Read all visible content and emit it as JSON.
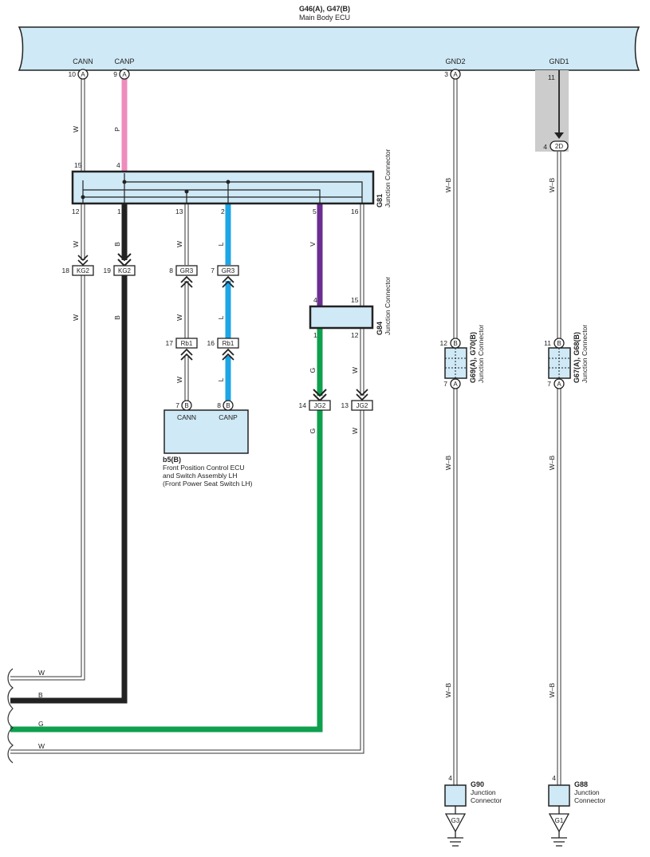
{
  "ecu": {
    "title": "G46(A), G47(B)",
    "subtitle": "Main Body ECU",
    "pins": [
      {
        "signal": "CANN",
        "pin": "10",
        "conn": "A"
      },
      {
        "signal": "CANP",
        "pin": "9",
        "conn": "A"
      },
      {
        "signal": "GND2",
        "pin": "3",
        "conn": "A"
      },
      {
        "signal": "GND1",
        "pin": "11",
        "conn": ""
      }
    ]
  },
  "colors": {
    "ecu_fill": "#cfe9f6",
    "pink": "#ee8cbc",
    "black": "#222222",
    "blue": "#1ea5e6",
    "violet": "#6b2d91",
    "green": "#0ea04e",
    "white_wire": "#ffffff",
    "gray_band": "#cccccc"
  },
  "wire_labels": {
    "W": "W",
    "P": "P",
    "B": "B",
    "L": "L",
    "V": "V",
    "G": "G",
    "WB": "W–B"
  },
  "g81": {
    "id": "G81",
    "name": "Junction Connector",
    "top_pins": [
      "15",
      "4"
    ],
    "bottom_pins": [
      "12",
      "1",
      "13",
      "2",
      "5",
      "16"
    ]
  },
  "g84": {
    "id": "G84",
    "name": "Junction Connector",
    "top_pins": [
      "4",
      "15"
    ],
    "bottom_pins": [
      "1",
      "12"
    ]
  },
  "inline_connectors": {
    "kg2": "KG2",
    "gr3": "GR3",
    "rb1": "Rb1",
    "jg2": "JG2",
    "twoD": "2D",
    "pins": {
      "kg2_w": "18",
      "kg2_b": "19",
      "gr3_w": "8",
      "gr3_l": "7",
      "rb1_w": "17",
      "rb1_l": "16",
      "jg2_g": "14",
      "jg2_w": "13",
      "gnd1_in": "4"
    }
  },
  "b5": {
    "id": "b5(B)",
    "line1": "Front Position Control ECU",
    "line2": "and Switch Assembly LH",
    "line3": "(Front Power Seat Switch LH)",
    "pin_cann": "CANN",
    "pin_canp": "CANP",
    "pin_cann_no": "7",
    "pin_canp_no": "8",
    "conn": "B"
  },
  "g69": {
    "id": "G69(A), G70(B)",
    "name": "Junction Connector",
    "top_pin": "12",
    "top_conn": "B",
    "bottom_pin": "7",
    "bottom_conn": "A"
  },
  "g67": {
    "id": "G67(A), G68(B)",
    "name": "Junction Connector",
    "top_pin": "11",
    "top_conn": "B",
    "bottom_pin": "7",
    "bottom_conn": "A"
  },
  "g90": {
    "id": "G90",
    "line1": "Junction",
    "line2": "Connector",
    "pin": "4",
    "ground": "G3"
  },
  "g88": {
    "id": "G88",
    "line1": "Junction",
    "line2": "Connector",
    "pin": "4",
    "ground": "G1"
  }
}
